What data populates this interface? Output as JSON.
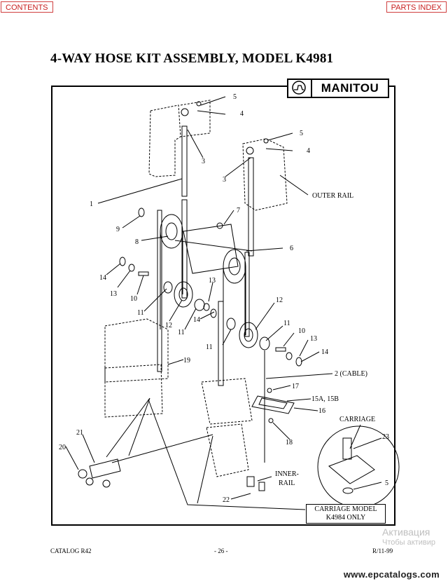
{
  "nav": {
    "contents_label": "CONTENTS",
    "parts_index_label": "PARTS INDEX"
  },
  "page": {
    "title": "4-WAY HOSE KIT ASSEMBLY, MODEL K4981"
  },
  "logo": {
    "text": "MANITOU"
  },
  "callouts": {
    "c1": "1",
    "c2_cable": "2 (CABLE)",
    "c3a": "3",
    "c3b": "3",
    "c4a": "4",
    "c4b": "4",
    "c5a": "5",
    "c5b": "5",
    "c5c": "5",
    "c6": "6",
    "c7": "7",
    "c8": "8",
    "c9": "9",
    "c10a": "10",
    "c10b": "10",
    "c11a": "11",
    "c11b": "11",
    "c11c": "11",
    "c11d": "11",
    "c12a": "12",
    "c12b": "12",
    "c13a": "13",
    "c13b": "13",
    "c13c": "13",
    "c14a": "14",
    "c14b": "14",
    "c14c": "14",
    "c15": "15A, 15B",
    "c16": "16",
    "c17": "17",
    "c18": "18",
    "c19": "19",
    "c20": "20",
    "c21": "21",
    "c22": "22",
    "c23": "23"
  },
  "rail_labels": {
    "outer_rail": "OUTER RAIL",
    "inner_rail_1": "INNER-",
    "inner_rail_2": "RAIL",
    "carriage": "CARRIAGE"
  },
  "carriage_model": {
    "line1": "CARRIAGE MODEL",
    "line2": "K4984 ONLY"
  },
  "footer": {
    "catalog": "CATALOG R42",
    "page_number": "- 26 -",
    "revision": "R/11-99"
  },
  "watermark": {
    "line1": "Активация",
    "line2": "Чтобы активир"
  },
  "site": "www.epcatalogs.com"
}
